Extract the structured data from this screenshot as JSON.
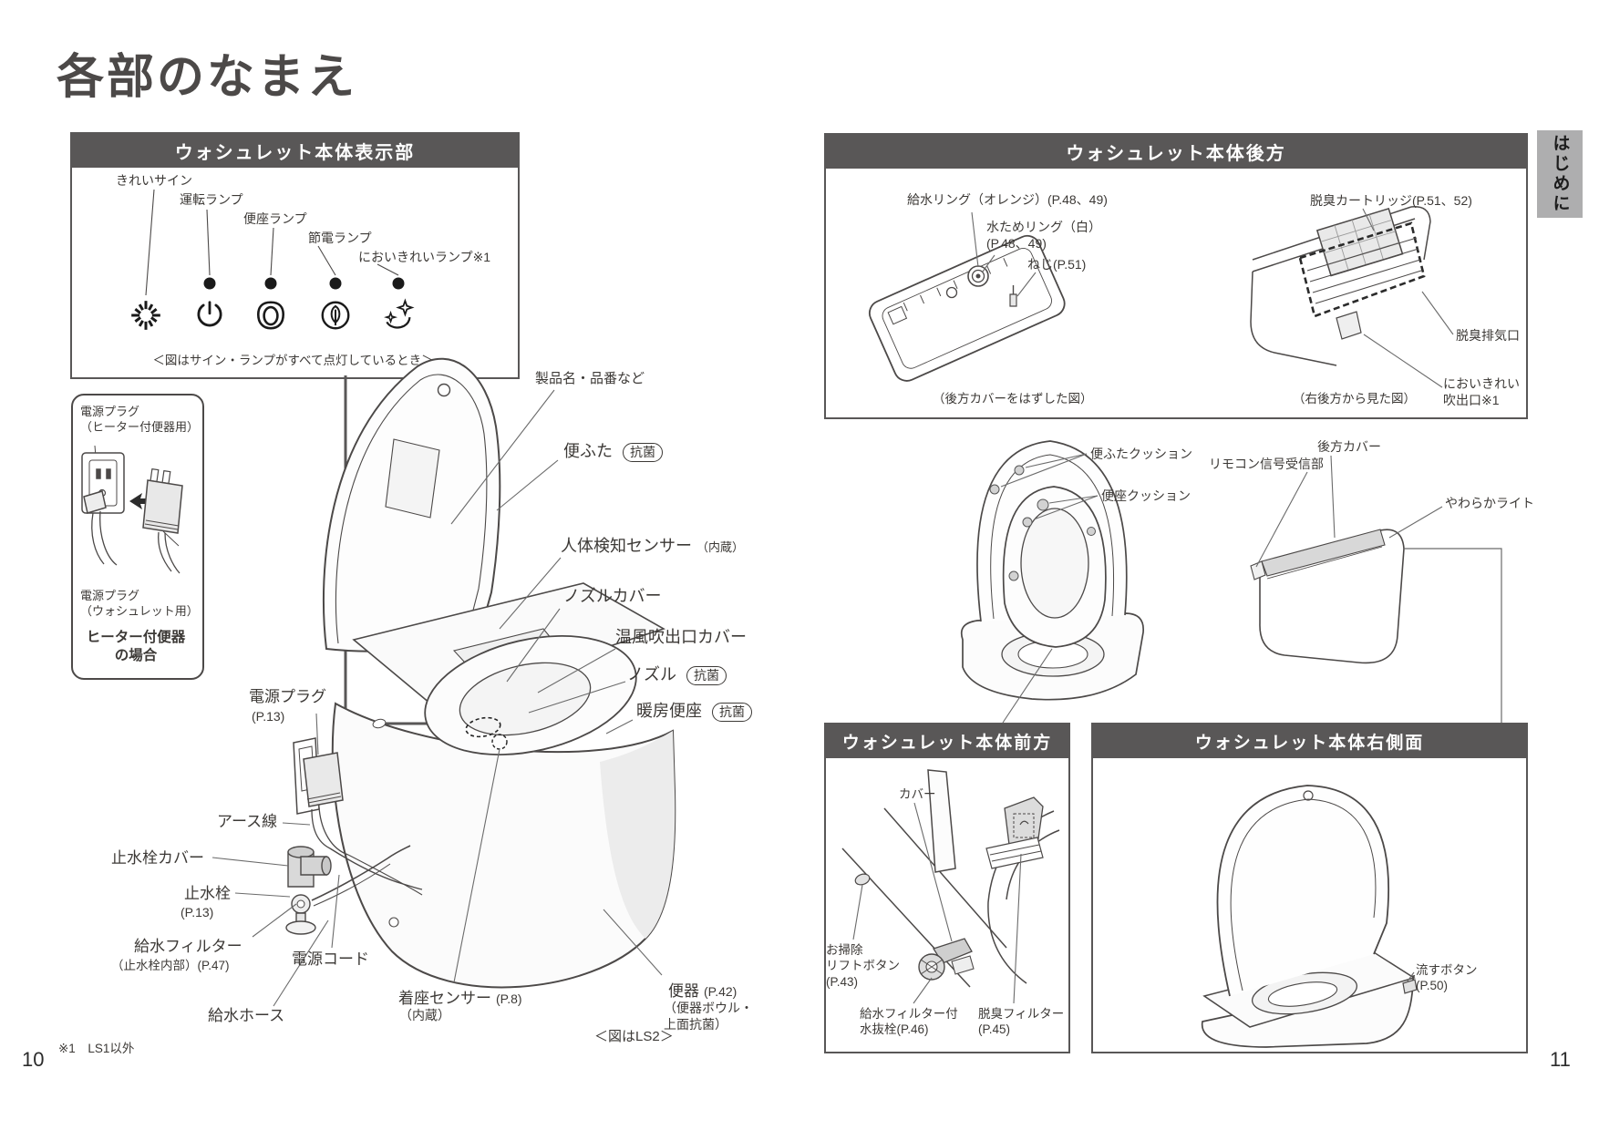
{
  "page": {
    "title": "各部のなまえ",
    "left_number": "10",
    "right_number": "11",
    "footnote": "※1　LS1以外",
    "side_tab": "はじめに",
    "figure_note": "＜図はLS2＞"
  },
  "display_panel": {
    "header": "ウォシュレット本体表示部",
    "caption": "＜図はサイン・ランプがすべて点灯しているとき＞",
    "lamps": [
      {
        "label": "きれいサイン",
        "icon": "sunburst-icon"
      },
      {
        "label": "運転ランプ",
        "icon": "power-icon"
      },
      {
        "label": "便座ランプ",
        "icon": "toilet-seat-icon"
      },
      {
        "label": "節電ランプ",
        "icon": "leaf-icon"
      },
      {
        "label": "においきれいランプ※1",
        "icon": "sparkle-icon"
      }
    ]
  },
  "heater_box": {
    "plug_top": "電源プラグ\n（ヒーター付便器用）",
    "plug_bottom": "電源プラグ\n（ウォシュレット用）",
    "caption": "ヒーター付便器\nの場合"
  },
  "main_diagram": {
    "labels": {
      "product": "製品名・品番など",
      "lid": "便ふた",
      "lid_badge": "抗菌",
      "body_sensor": "人体検知センサー",
      "body_sensor_sub": "（内蔵）",
      "nozzle_cover": "ノズルカバー",
      "warm_air": "温風吹出口カバー",
      "nozzle": "ノズル",
      "nozzle_badge": "抗菌",
      "seat": "暖房便座",
      "seat_badge": "抗菌",
      "plug": "電源プラグ",
      "plug_page": "(P.13)",
      "earth": "アース線",
      "valve_cover": "止水栓カバー",
      "valve": "止水栓",
      "valve_page": "(P.13)",
      "filter": "給水フィルター",
      "filter_sub": "（止水栓内部）(P.47)",
      "cord": "電源コード",
      "hose": "給水ホース",
      "seat_sensor": "着座センサー",
      "seat_sensor_page": "(P.8)",
      "seat_sensor_sub": "（内蔵）",
      "bowl": "便器",
      "bowl_page": "(P.42)",
      "bowl_sub": "（便器ボウル・\n上面抗菌）"
    }
  },
  "rear_box": {
    "header": "ウォシュレット本体後方",
    "labels": {
      "supply_ring": "給水リング（オレンジ）(P.48、49)",
      "water_ring": "水ためリング（白）\n(P.48、49)",
      "screw": "ねじ(P.51)",
      "cartridge": "脱臭カートリッジ(P.51、52)",
      "exhaust": "脱臭排気口",
      "clean_air": "においきれい\n吹出口※1"
    },
    "caption_left": "（後方カバーをはずした図）",
    "caption_right": "（右後方から見た図）"
  },
  "middle_figs": {
    "lid_cushion": "便ふたクッション",
    "seat_cushion": "便座クッション",
    "rear_cover": "後方カバー",
    "remote_receiver": "リモコン信号受信部",
    "soft_light": "やわらかライト"
  },
  "front_box": {
    "header": "ウォシュレット本体前方",
    "labels": {
      "cover": "カバー",
      "lift_button": "お掃除\nリフトボタン\n(P.43)",
      "drain_valve": "給水フィルター付\n水抜栓(P.46)",
      "deodor_filter": "脱臭フィルター\n(P.45)"
    }
  },
  "right_box": {
    "header": "ウォシュレット本体右側面",
    "labels": {
      "flush_button": "流すボタン\n(P.50)"
    }
  },
  "colors": {
    "header_bg": "#595757",
    "text": "#3c3936",
    "tab_bg": "#aeaeaf"
  }
}
